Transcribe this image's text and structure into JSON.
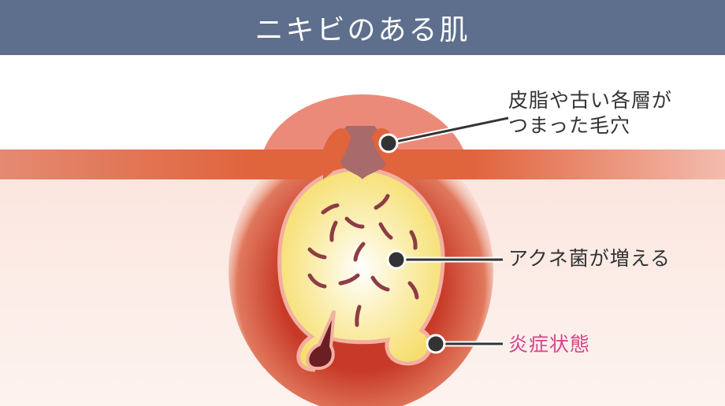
{
  "title": "ニキビのある肌",
  "labels": {
    "clogged_pore_line1": "皮脂や古い各層が",
    "clogged_pore_line2": "つまった毛穴",
    "acne_bacteria": "アクネ菌が増える",
    "inflammation": "炎症状態"
  },
  "colors": {
    "header": "#5e6f8d",
    "inflammation_label": "#d5458a",
    "skin_band": "#e0663f",
    "pus": "#f7e27a",
    "bacteria": "#8e3c45"
  }
}
